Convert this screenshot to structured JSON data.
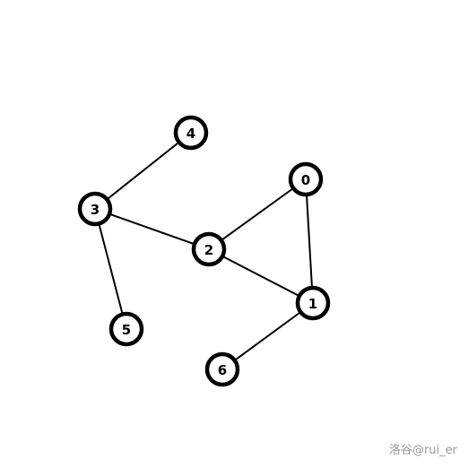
{
  "graph": {
    "nodes": [
      {
        "id": "0",
        "label": "0"
      },
      {
        "id": "1",
        "label": "1"
      },
      {
        "id": "2",
        "label": "2"
      },
      {
        "id": "3",
        "label": "3"
      },
      {
        "id": "4",
        "label": "4"
      },
      {
        "id": "5",
        "label": "5"
      },
      {
        "id": "6",
        "label": "6"
      }
    ],
    "edges": [
      {
        "from": "4",
        "to": "3"
      },
      {
        "from": "3",
        "to": "2"
      },
      {
        "from": "3",
        "to": "5"
      },
      {
        "from": "2",
        "to": "0"
      },
      {
        "from": "2",
        "to": "1"
      },
      {
        "from": "0",
        "to": "1"
      },
      {
        "from": "1",
        "to": "6"
      }
    ]
  },
  "watermark": {
    "text": "洛谷@rui_er"
  }
}
